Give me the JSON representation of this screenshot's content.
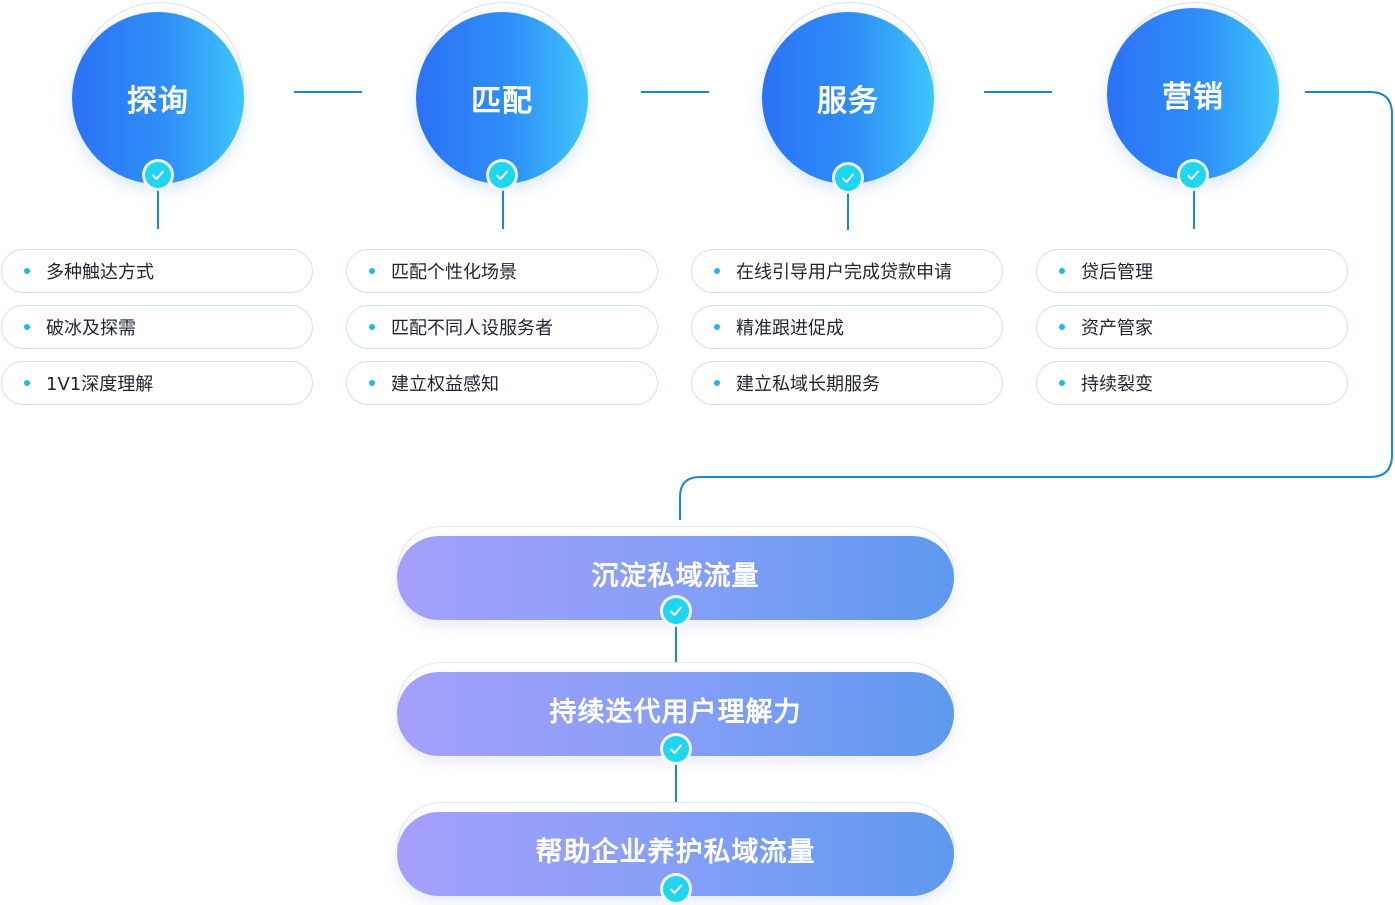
{
  "stages": [
    {
      "title": "探询",
      "items": [
        "多种触达方式",
        "破冰及探需",
        "1V1深度理解"
      ]
    },
    {
      "title": "匹配",
      "items": [
        "匹配个性化场景",
        "匹配不同人设服务者",
        "建立权益感知"
      ]
    },
    {
      "title": "服务",
      "items": [
        "在线引导用户完成贷款申请",
        "精准跟进促成",
        "建立私域长期服务"
      ]
    },
    {
      "title": "营销",
      "items": [
        "贷后管理",
        "资产管家",
        "持续裂变"
      ]
    }
  ],
  "outcomes": [
    "沉淀私域流量",
    "持续迭代用户理解力",
    "帮助企业养护私域流量"
  ],
  "colors": {
    "stage_gradient_start": "#2b72f6",
    "stage_gradient_end": "#3ec6fc",
    "outcome_gradient_start": "#a59ffd",
    "outcome_gradient_end": "#5e99ee",
    "connector": "#1a86d8",
    "check_badge": "#1ed6f0",
    "bullet": "#1fb7ee"
  },
  "icons": {
    "badge": "check-icon",
    "bullet": "bullet-dot"
  }
}
